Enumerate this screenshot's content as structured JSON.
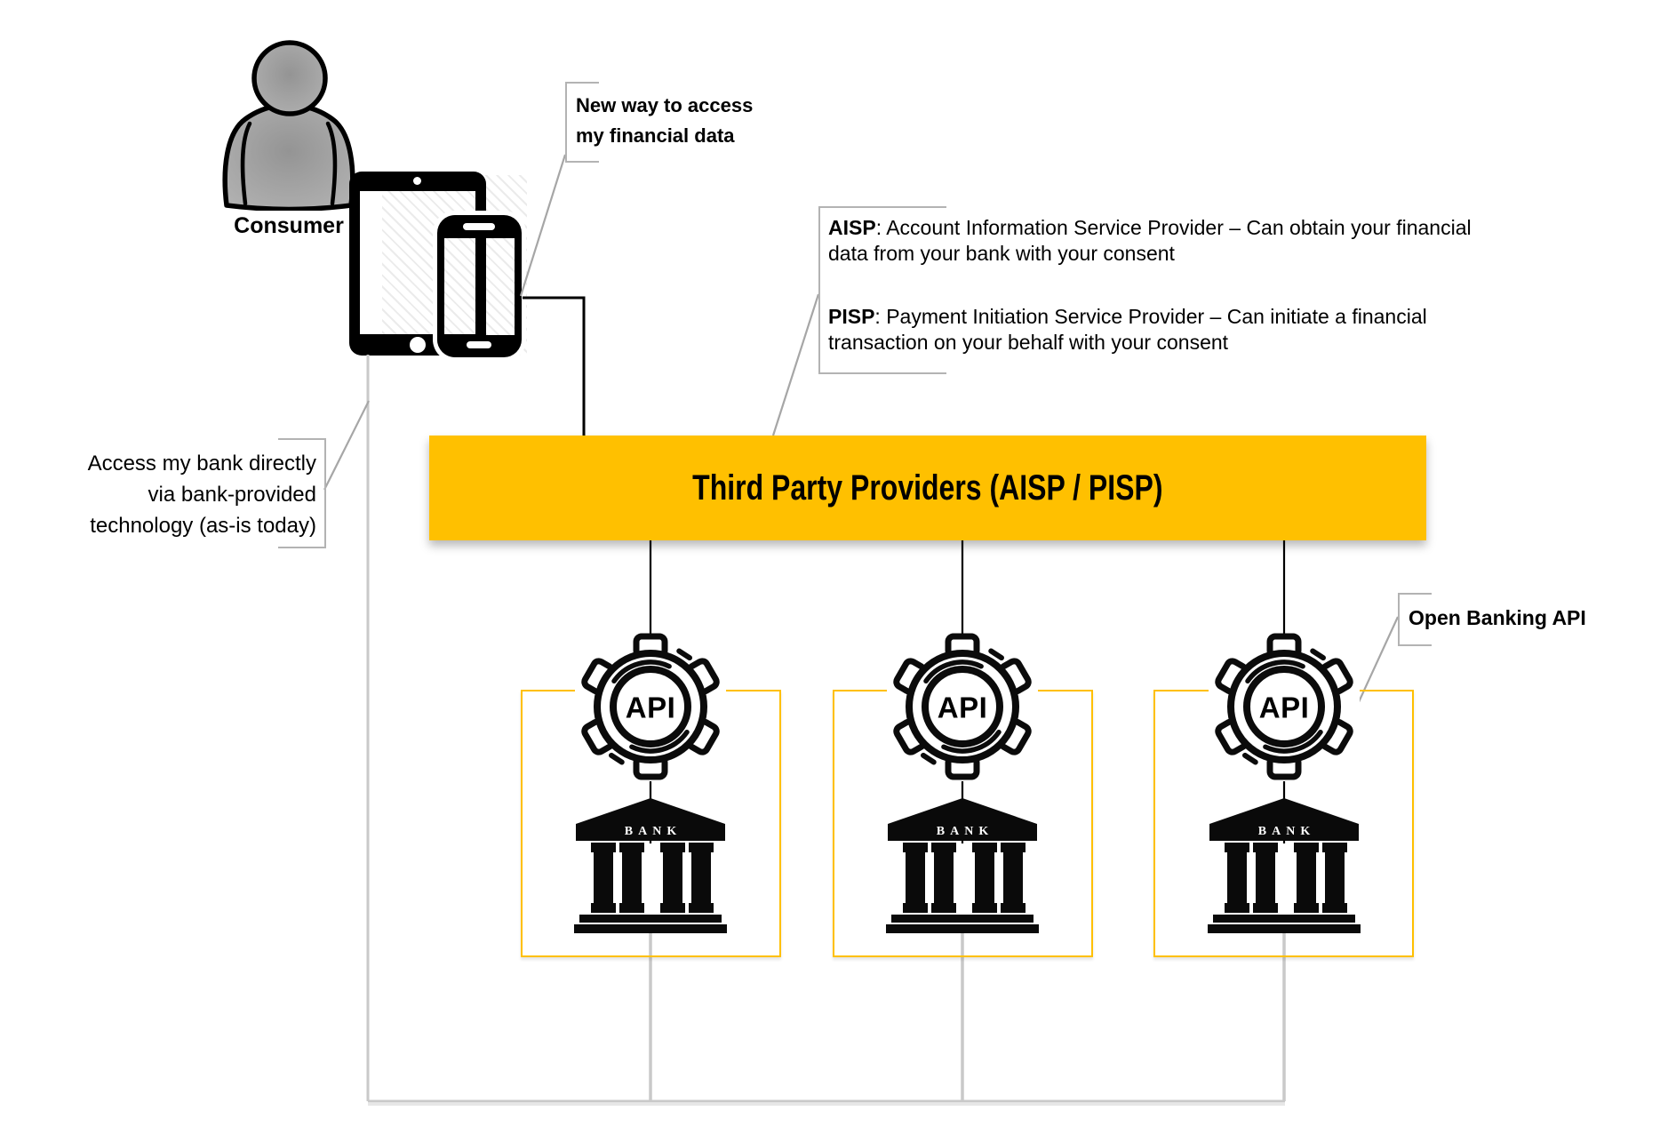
{
  "diagram": {
    "consumer_label": "Consumer",
    "banner_title": "Third Party Providers (AISP / PISP)",
    "api_label": "API",
    "bank_label": "BANK",
    "callouts": {
      "new_way": {
        "line1": "New way to access",
        "line2": "my financial data"
      },
      "access_direct": {
        "line1": "Access my bank directly",
        "line2": "via bank-provided",
        "line3": "technology (as-is today)"
      },
      "aisp": {
        "term": "AISP",
        "line1": ": Account Information Service Provider – Can obtain your financial",
        "line2": "data from your bank with your consent"
      },
      "pisp": {
        "term": "PISP",
        "line1": ": Payment Initiation Service Provider – Can initiate a financial",
        "line2": "transaction on your behalf with your consent"
      },
      "open_banking": {
        "label": "Open Banking API"
      }
    },
    "colors": {
      "accent_gold": "#FFC000",
      "leader_gray": "#a6a6a6",
      "structure_gray": "#c9c9c9",
      "black": "#000000"
    }
  }
}
